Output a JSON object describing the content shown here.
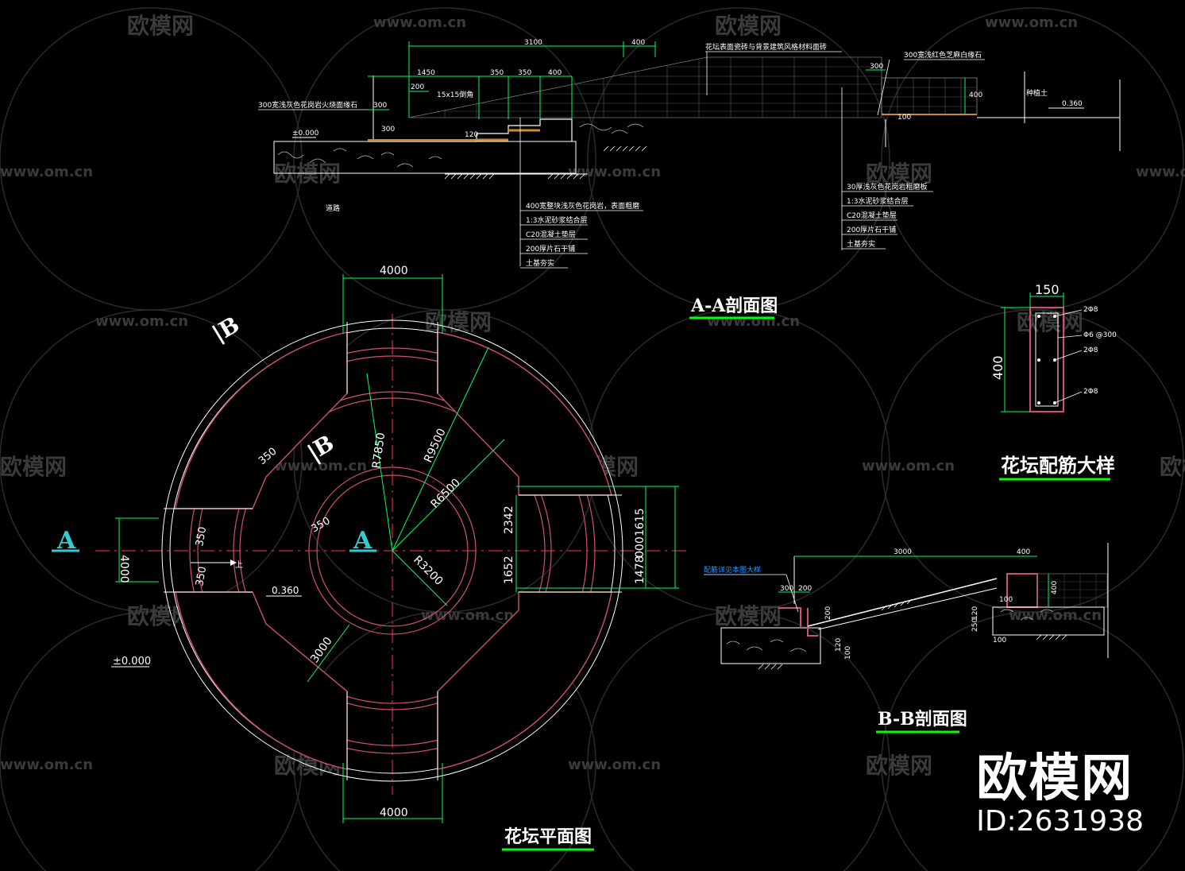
{
  "titles": {
    "section_aa": "A-A剖面图",
    "rebar_detail": "花坛配筋大样",
    "section_bb": "B-B剖面图",
    "plan": "花坛平面图"
  },
  "watermark": {
    "site": "www.om.cn",
    "name": "欧模网",
    "brand_big": "欧模网",
    "brand_id": "ID:2631938"
  },
  "section_aa": {
    "dims": [
      "3100",
      "400",
      "1450",
      "200",
      "350",
      "350",
      "400",
      "300",
      "300",
      "400",
      "300",
      "120",
      "100"
    ],
    "elev_top": "±0.000",
    "elev_right": "0.360",
    "label_planting_soil": "种植土",
    "label_road": "道路",
    "label_chamfer": "15x15倒角",
    "label_curb_left": "300宽浅灰色花岗岩火烧面缘石",
    "label_wall_top": "花坛表面瓷砖与背景建筑风格材料面砖",
    "label_curb_right": "300宽浅红色芝麻白缘石",
    "layers_left": [
      "400宽整块浅灰色花岗岩，表面粗磨",
      "1:3水泥砂浆结合层",
      "C20混凝土垫层",
      "200厚片石干铺",
      "土基夯实"
    ],
    "layers_right": [
      "30厚浅灰色花岗岩粗磨板",
      "1:3水泥砂浆结合层",
      "C20混凝土垫层",
      "200厚片石干铺",
      "土基夯实"
    ]
  },
  "plan": {
    "dim_top": "4000",
    "dim_bottom": "4000",
    "dim_left": "4000",
    "dim_3000": "3000",
    "dim_2342": "2342",
    "dim_1652": "1652",
    "dim_right_a": "1615",
    "dim_right_b": "1478",
    "dim_right_c": "000",
    "dim_350_a": "350",
    "dim_350_b": "350",
    "dim_350_c": "350",
    "dim_350_d": "350",
    "r1": "R7850",
    "r2": "R9500",
    "r3": "R6500",
    "r4": "R3200",
    "elev_inner": "0.360",
    "elev_outer": "±0.000",
    "section_a": "A",
    "section_b": "B",
    "arrow_up": "上"
  },
  "rebar": {
    "dim_w": "150",
    "dim_h": "400",
    "bar_top": "2Φ8",
    "stirrup": "Φ6 @300",
    "bar_mid": "2Φ8",
    "bar_bot": "2Φ8"
  },
  "section_bb": {
    "dims": [
      "3000",
      "400",
      "300",
      "200",
      "100",
      "200",
      "400",
      "120",
      "250",
      "100",
      "120",
      "100"
    ],
    "label_detail": "配筋详见本图大样"
  }
}
